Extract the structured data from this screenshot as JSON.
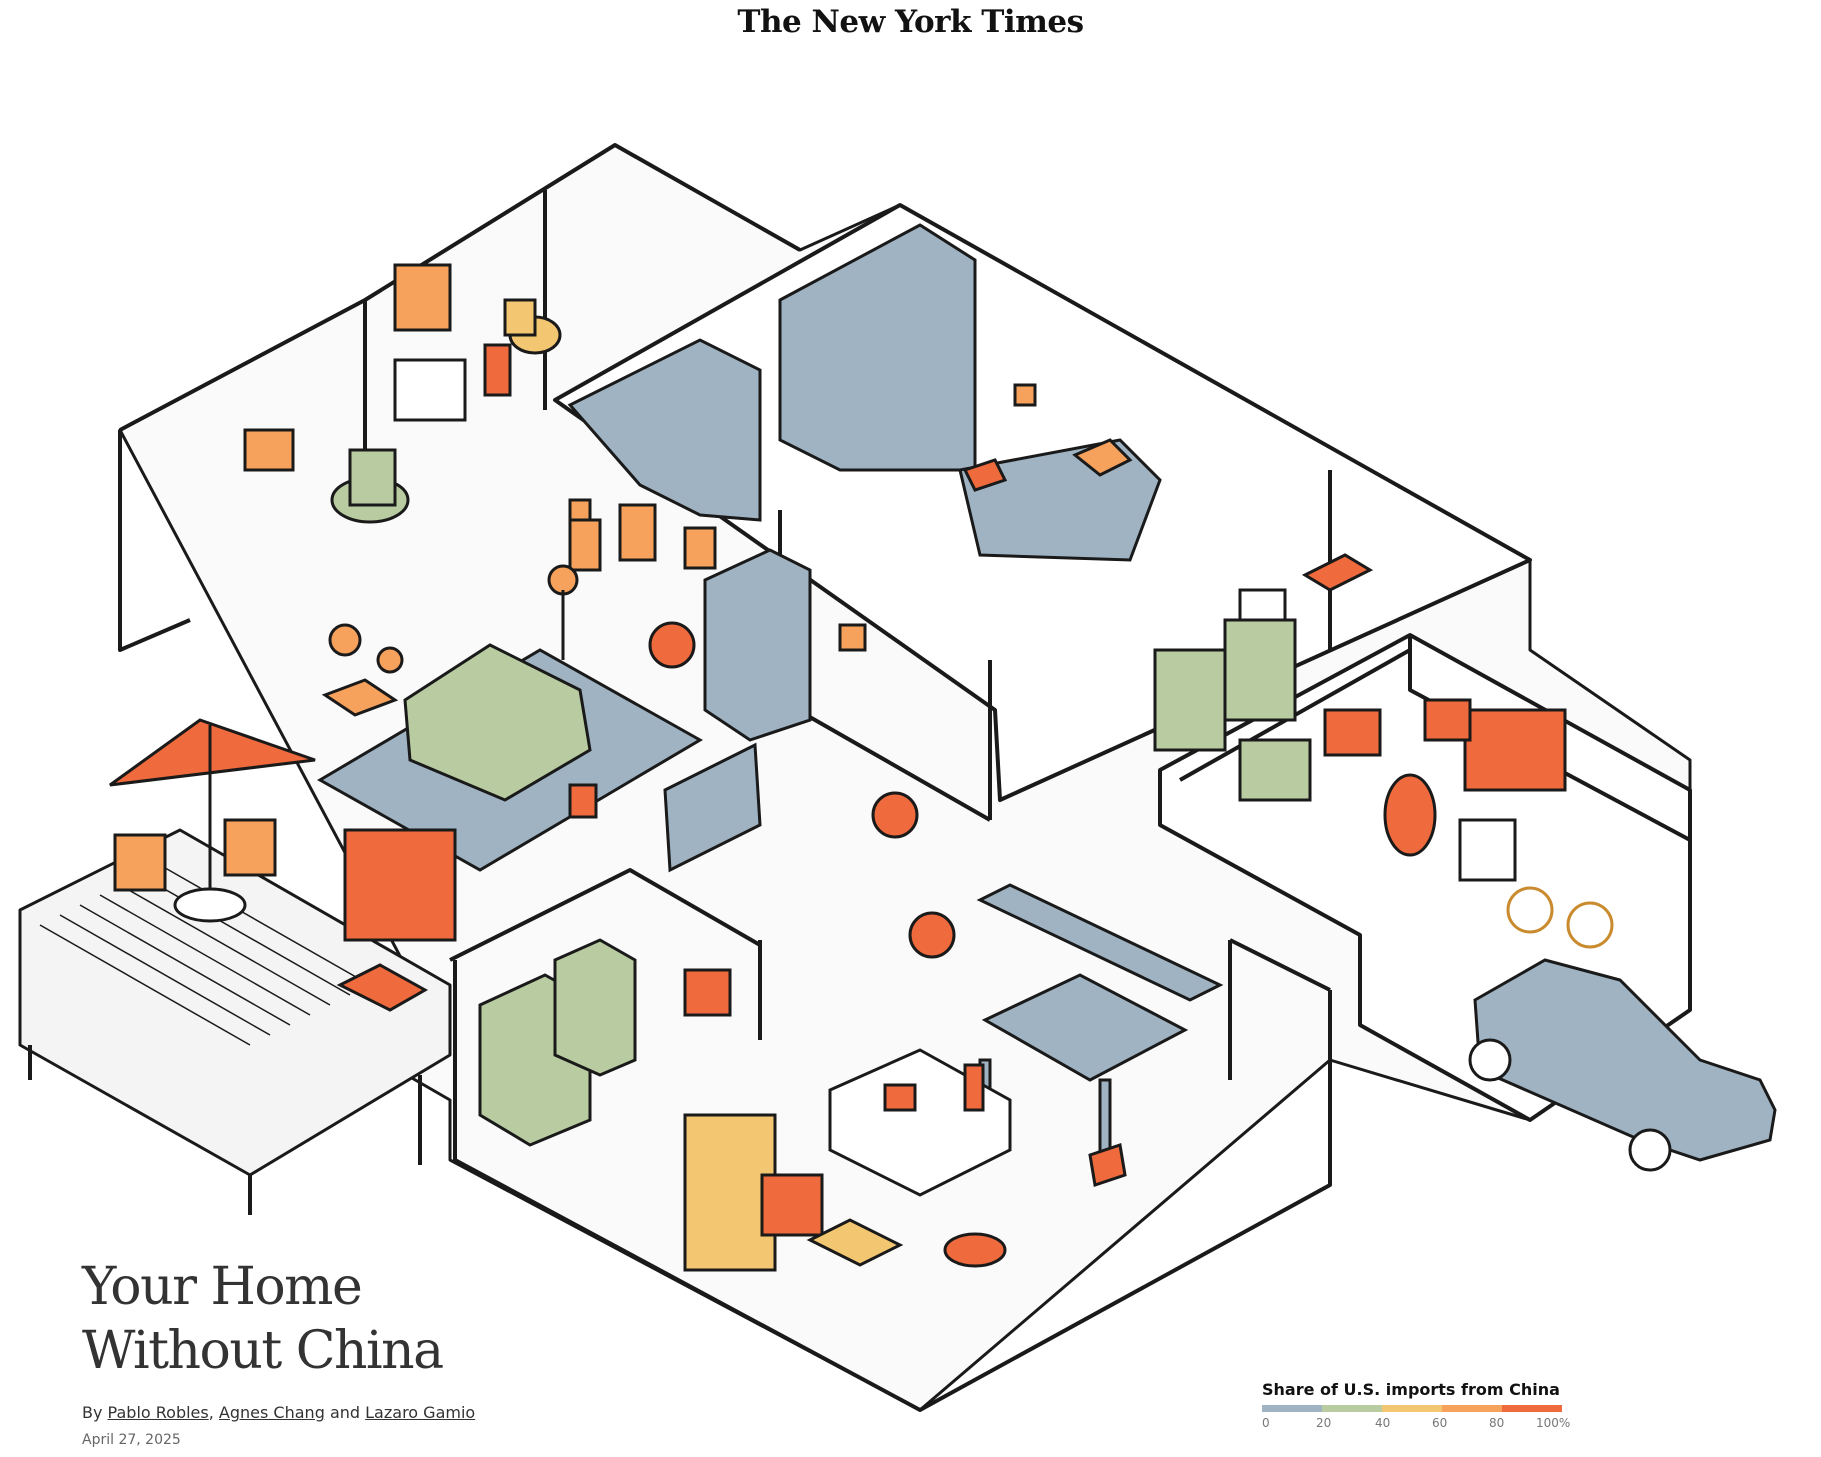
{
  "masthead": {
    "name": "The New York Times"
  },
  "article": {
    "headline_line1": "Your Home",
    "headline_line2": "Without China",
    "byline_prefix": "By",
    "authors": [
      "Pablo Robles",
      "Agnes Chang",
      "Lazaro Gamio"
    ],
    "author_sep": ",",
    "author_and": "and",
    "date": "April 27, 2025"
  },
  "legend": {
    "title": "Share of U.S. imports from China",
    "ticks": [
      "0",
      "20",
      "40",
      "60",
      "80",
      "100%"
    ],
    "colors": [
      "#9fb3c2",
      "#b9cca1",
      "#f3c772",
      "#f6a15c",
      "#ef6a3c"
    ]
  },
  "colors": {
    "ink": "#1a1a1a",
    "floor": "#ffffff",
    "blue_gray": "#9fb3c2",
    "green": "#b9cca1",
    "yellow": "#f3c772",
    "orange": "#f6a15c",
    "red_orange": "#ef6a3c"
  },
  "icons": [
    "house-illustration-icon",
    "umbrella-icon",
    "car-icon",
    "bed-icon",
    "sofa-icon",
    "grill-icon",
    "tv-icon",
    "washer-icon",
    "bicycle-icon",
    "stroller-icon"
  ]
}
